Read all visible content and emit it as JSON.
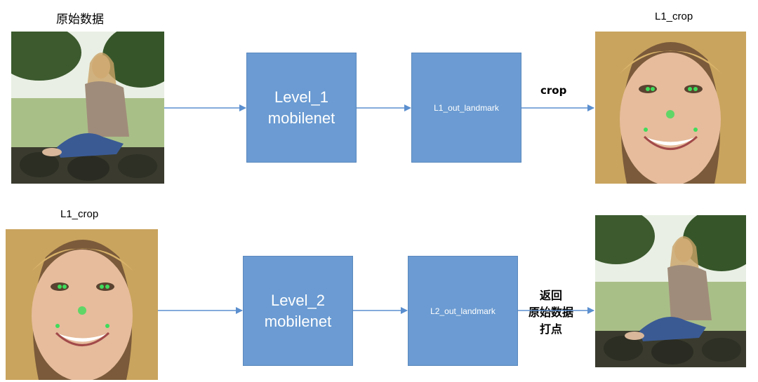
{
  "row1": {
    "input_caption": "原始数据",
    "box1": {
      "line1": "Level_1",
      "line2": "mobilenet"
    },
    "box2": {
      "label": "L1_out_landmark"
    },
    "edge_label": "crop",
    "output_caption": "L1_crop"
  },
  "row2": {
    "input_caption": "L1_crop",
    "box1": {
      "line1": "Level_2",
      "line2": "mobilenet"
    },
    "box2": {
      "label": "L2_out_landmark"
    },
    "edge_label": [
      "返回",
      "原始数据",
      "打点"
    ]
  },
  "colors": {
    "box": "#6b9bd2",
    "arrow": "#5b8fcf",
    "landmark": "#3fdc5a"
  },
  "images": {
    "full_scene": "woman sitting on stone wall in park",
    "face_crop": "close-up face with green landmark dots"
  }
}
